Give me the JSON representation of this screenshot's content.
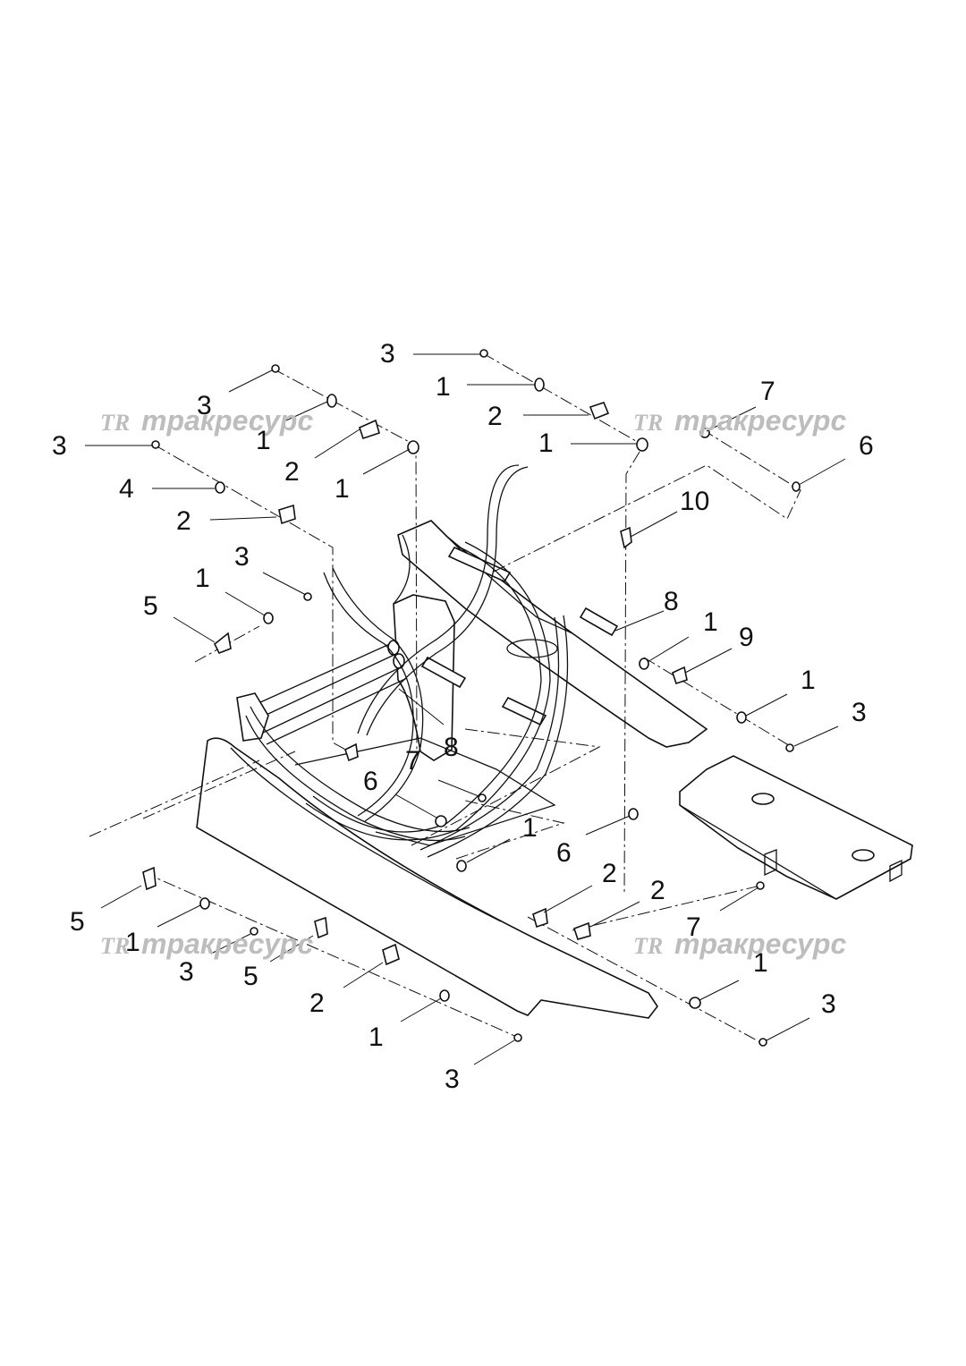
{
  "watermark": {
    "logo": "TR",
    "text": "тракресурс"
  },
  "callouts": [
    {
      "id": "c01",
      "label": "3"
    },
    {
      "id": "c02",
      "label": "1"
    },
    {
      "id": "c03",
      "label": "2"
    },
    {
      "id": "c04",
      "label": "1"
    },
    {
      "id": "c05",
      "label": "7"
    },
    {
      "id": "c06",
      "label": "6"
    },
    {
      "id": "c07",
      "label": "3"
    },
    {
      "id": "c08",
      "label": "1"
    },
    {
      "id": "c09",
      "label": "2"
    },
    {
      "id": "c10",
      "label": "1"
    },
    {
      "id": "c11",
      "label": "3"
    },
    {
      "id": "c12",
      "label": "4"
    },
    {
      "id": "c13",
      "label": "2"
    },
    {
      "id": "c14",
      "label": "10"
    },
    {
      "id": "c15",
      "label": "3"
    },
    {
      "id": "c16",
      "label": "1"
    },
    {
      "id": "c17",
      "label": "5"
    },
    {
      "id": "c18",
      "label": "8"
    },
    {
      "id": "c19",
      "label": "1"
    },
    {
      "id": "c20",
      "label": "9"
    },
    {
      "id": "c21",
      "label": "1"
    },
    {
      "id": "c22",
      "label": "3"
    },
    {
      "id": "c23",
      "label": "8"
    },
    {
      "id": "c24",
      "label": "7"
    },
    {
      "id": "c25",
      "label": "6"
    },
    {
      "id": "c26",
      "label": "1"
    },
    {
      "id": "c27",
      "label": "6"
    },
    {
      "id": "c28",
      "label": "2"
    },
    {
      "id": "c29",
      "label": "2"
    },
    {
      "id": "c30",
      "label": "7"
    },
    {
      "id": "c31",
      "label": "5"
    },
    {
      "id": "c32",
      "label": "1"
    },
    {
      "id": "c33",
      "label": "3"
    },
    {
      "id": "c34",
      "label": "5"
    },
    {
      "id": "c35",
      "label": "2"
    },
    {
      "id": "c36",
      "label": "1"
    },
    {
      "id": "c37",
      "label": "3"
    },
    {
      "id": "c38",
      "label": "1"
    },
    {
      "id": "c39",
      "label": "3"
    }
  ]
}
